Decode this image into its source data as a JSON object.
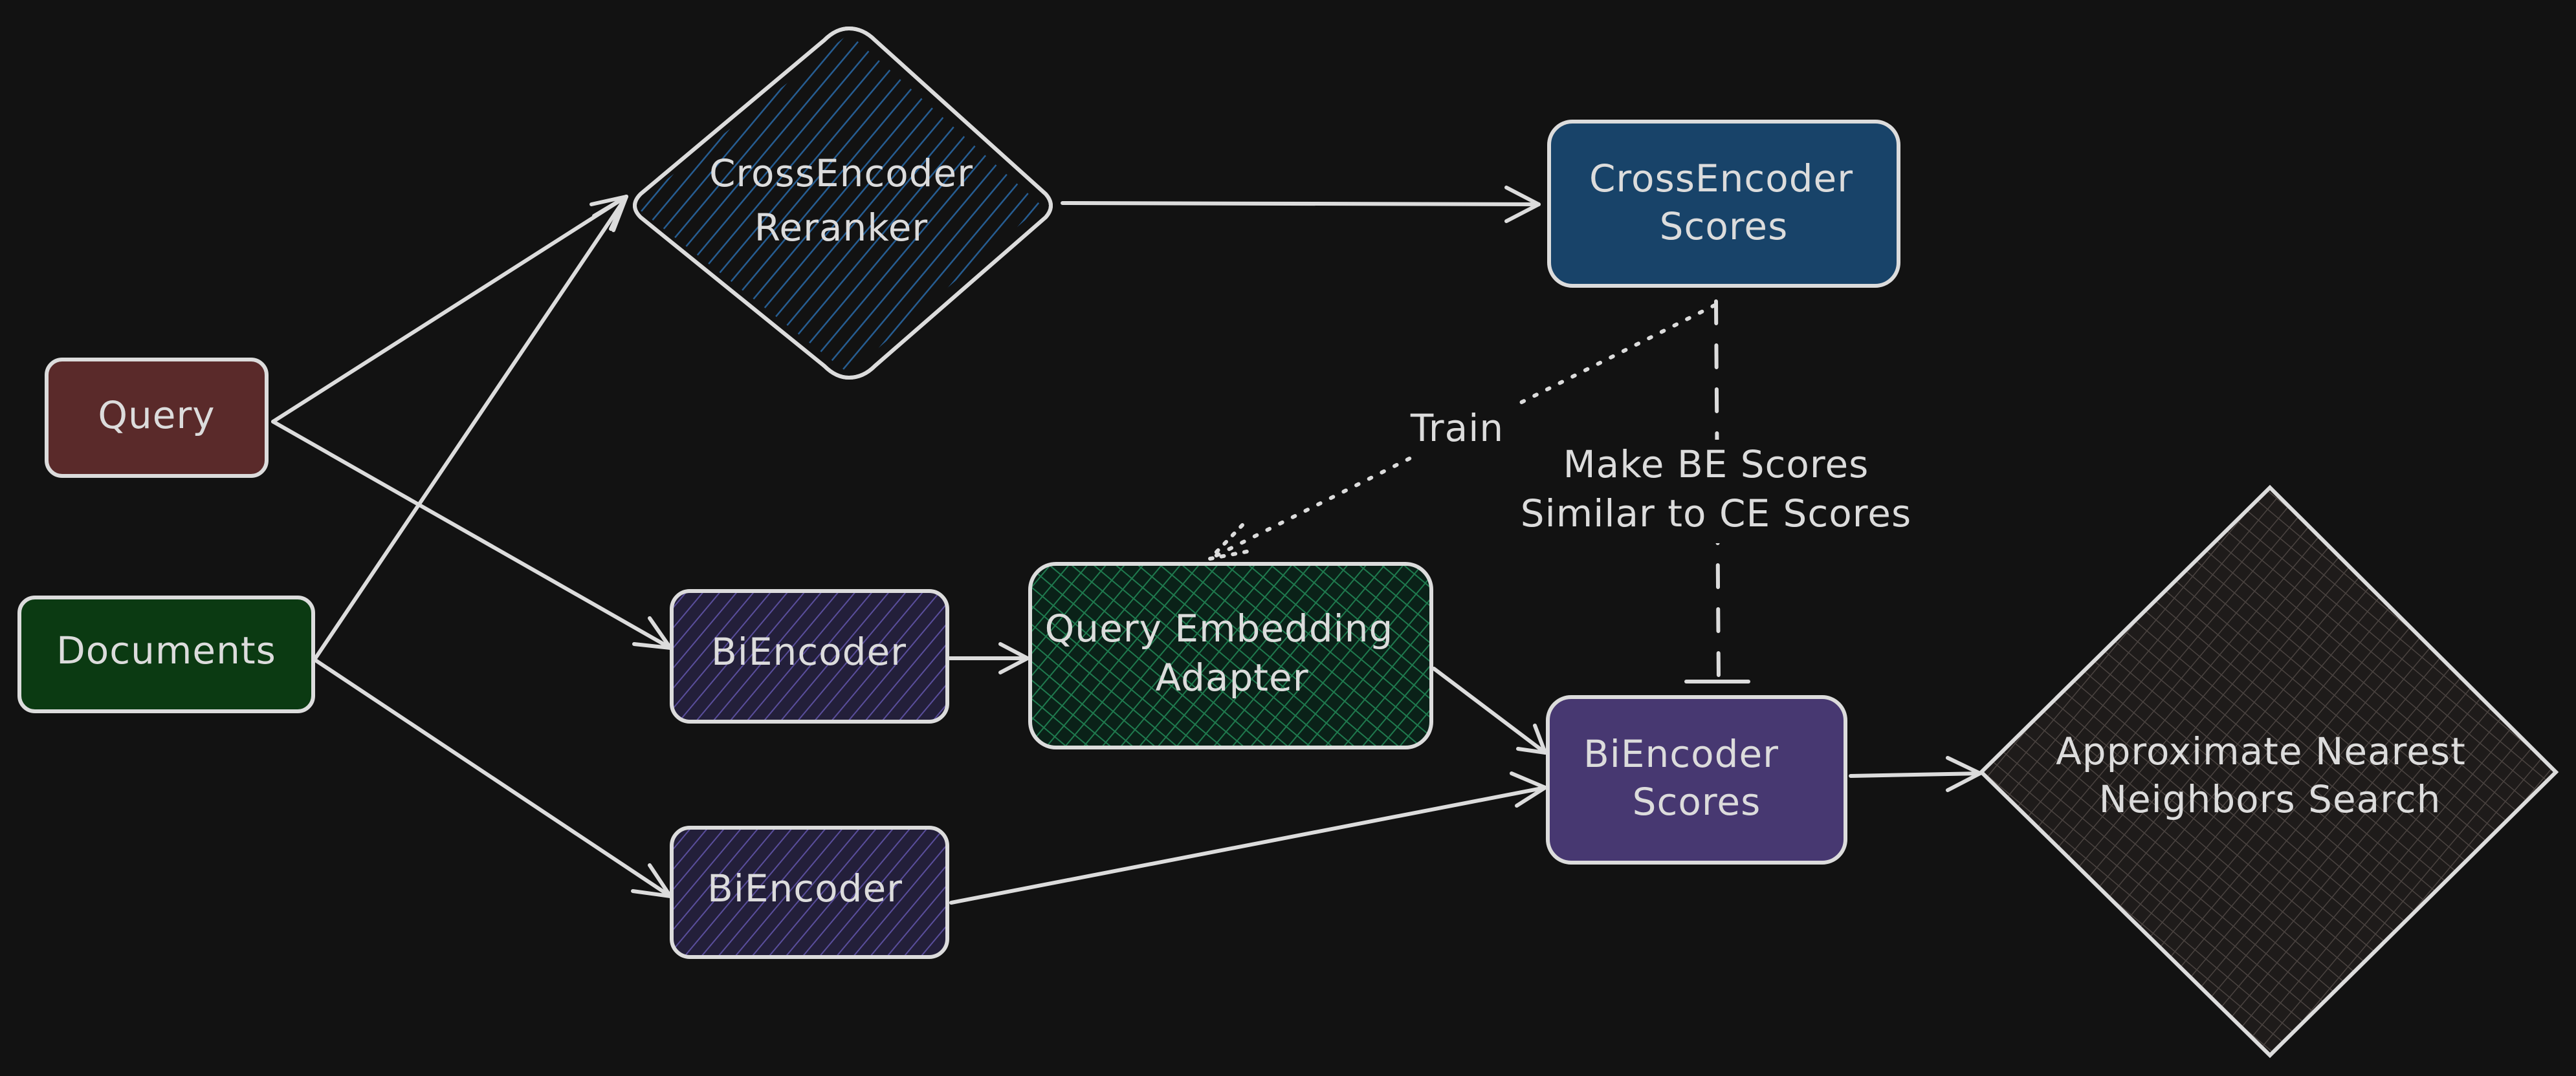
{
  "nodes": {
    "query": {
      "label": "Query",
      "color": "#5a2a2a"
    },
    "documents": {
      "label": "Documents",
      "color": "#0b3a12"
    },
    "cross_encoder_reranker": {
      "label_line1": "CrossEncoder",
      "label_line2": "Reranker",
      "color": "#1a3a55"
    },
    "cross_encoder_scores": {
      "label_line1": "CrossEncoder",
      "label_line2": "Scores",
      "color": "#184369"
    },
    "biencoder_top": {
      "label": "BiEncoder",
      "color": "#35305a"
    },
    "biencoder_bottom": {
      "label": "BiEncoder",
      "color": "#35305a"
    },
    "query_embedding_adapter": {
      "label_line1": "Query Embedding",
      "label_line2": "Adapter",
      "color": "#0d3a28"
    },
    "biencoder_scores": {
      "label_line1": "BiEncoder",
      "label_line2": "Scores",
      "color": "#473871"
    },
    "ann_search": {
      "label_line1": "Approximate Nearest",
      "label_line2": "Neighbors Search",
      "color": "#2a2624"
    }
  },
  "edge_labels": {
    "train": "Train",
    "make_similar_line1": "Make BE Scores",
    "make_similar_line2": "Similar to CE Scores"
  }
}
